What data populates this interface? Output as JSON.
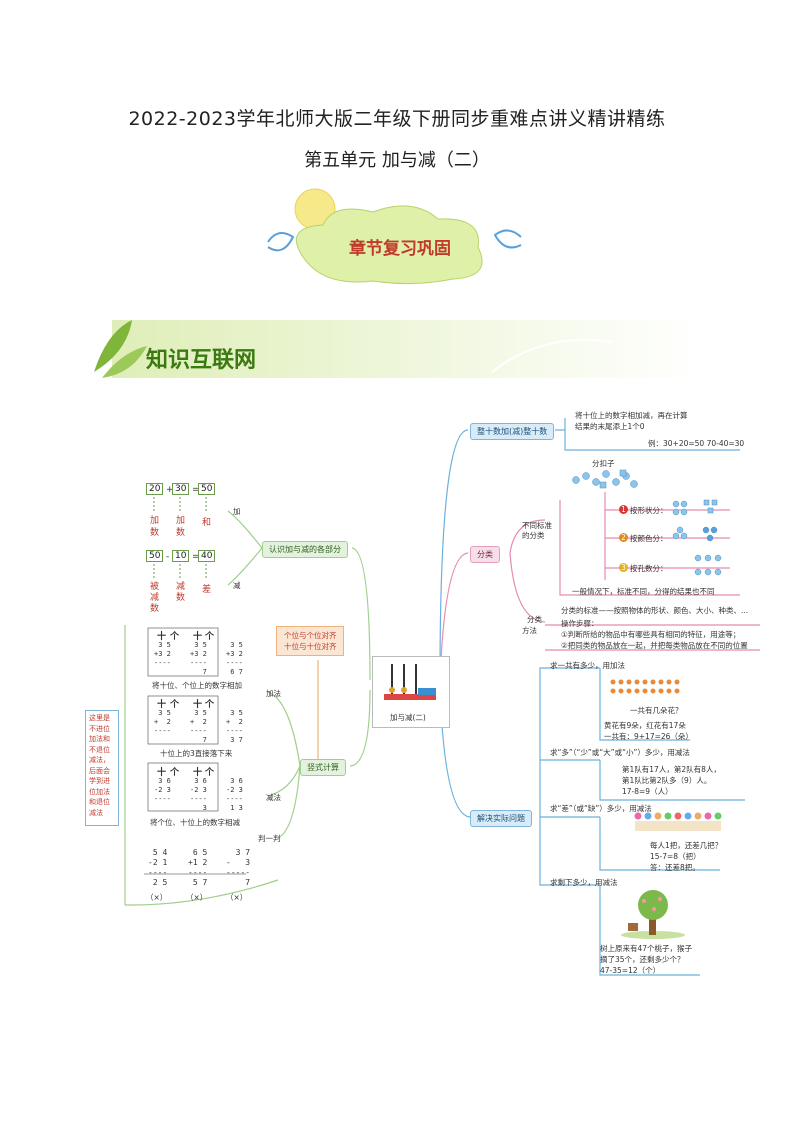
{
  "header": {
    "title": "2022-2023学年北师大版二年级下册同步重难点讲义精讲精练",
    "subtitle": "第五单元  加与减（二）",
    "banner": "章节复习巩固",
    "section": "知识互联网"
  },
  "center": {
    "label": "加与减(二)"
  },
  "branches": {
    "zheng": "整十数加(减)整十数",
    "fenlei": "分类",
    "jiejue": "解决实际问题",
    "renshi": "认识加与减的各部分",
    "shushi": "竖式计算"
  },
  "zheng": {
    "desc1": "将十位上的数字相加减，再在计算",
    "desc2": "结果的末尾添上1个0",
    "example": "例：30+20=50   70-40=30"
  },
  "fenlei": {
    "title": "分扣子",
    "std1": "不同标准",
    "std2": "的分类",
    "by_shape": "按形状分：",
    "by_color": "按颜色分：",
    "by_holes": "按孔数分：",
    "n1": "1",
    "n2": "2",
    "n3": "3",
    "general": "一般情况下，标准不同，分得的结果也不同",
    "method1": "分类",
    "method2": "方法",
    "std_line": "分类的标准——按照物体的形状、颜色、大小、种类、...",
    "steps": "操作步骤：",
    "step1": "①判断所给的物品中有哪些具有相同的特征，用途等；",
    "step2": "②把同类的物品放在一起，并把每类物品放在不同的位置"
  },
  "jiejue": {
    "q1": "求一共有多少，用加法",
    "flowers_q": "一共有几朵花？",
    "flowers_a1": "黄花有9朵，红花有17朵",
    "flowers_a2": "一共有：9+17=26（朵）",
    "q2": "求“多”（“少”或“大”或“小”）多少，用减法",
    "team1": "第1队有17人，第2队有8人，",
    "team2": "第1队比第2队多（9）人。",
    "team3": "17-8=9（人）",
    "q3": "求“差”（或“缺”）多少，用减法",
    "kids1": "每人1把，还差几把？",
    "kids2": "15-7=8（把）",
    "kids3": "答：还差8把。",
    "q4": "求剩下多少，用减法",
    "peach1": "树上原来有47个桃子，猴子",
    "peach2": "摘了35个，还剩多少个？",
    "peach3": "47-35=12（个）"
  },
  "renshi": {
    "add_label": "加",
    "sub_label": "减",
    "a1": "20",
    "a2": "30",
    "a3": "50",
    "plus": "+",
    "eq": "=",
    "minus": "-",
    "s1": "50",
    "s2": "10",
    "s3": "40",
    "addend1": "加\n数",
    "addend2": "加\n数",
    "sum": "和",
    "minuend": "被\n减\n数",
    "subtrahend": "减\n数",
    "diff": "差"
  },
  "shushi": {
    "align1": "个位与个位对齐",
    "align2": "十位与十位对齐",
    "add": "加法",
    "sub": "减法",
    "judge": "判一判",
    "note_add1": "将十位、个位上的数字相加",
    "note_add2": "十位上的3直接落下来",
    "note_sub": "将个位、十位上的数字相减",
    "tens": "十",
    "ones": "个",
    "side_note": "这里是\n不进位\n加法和\n不退位\n减法，\n后面会\n学到进\n位加法\n和退位\n减法",
    "calc_a1": " 3 5\n+3 2\n----\n",
    "calc_a2": " 3 5\n+3 2\n----\n   7",
    "calc_a3": " 3 5\n+3 2\n----\n 6 7",
    "calc_b1": " 3 5\n+  2\n----\n",
    "calc_b2": " 3 5\n+  2\n----\n   7",
    "calc_b3": " 3 5\n+  2\n----\n 3 7",
    "calc_c1": " 3 6\n-2 3\n----\n",
    "calc_c2": " 3 6\n-2 3\n----\n   3",
    "calc_c3": " 3 6\n-2 3\n----\n 1 3",
    "j1": " 5 4\n-2 1\n----\n 2 5",
    "j2": " 6 5\n+1 2\n----\n 5 7",
    "j3": "  3 7\n-   3\n-----\n    7",
    "x": "（×）"
  },
  "colors": {
    "accent_green": "#3a7a10",
    "banner_red": "#c0392b"
  }
}
